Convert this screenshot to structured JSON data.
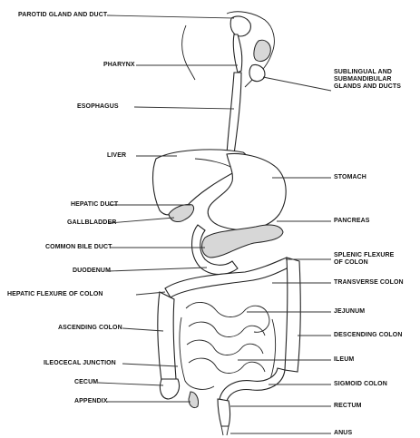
{
  "labels": {
    "parotid": "PAROTID GLAND AND DUCT",
    "pharynx": "PHARYNX",
    "sublingual": "SUBLINGUAL AND\nSUBMANDIBULAR\nGLANDS AND DUCTS",
    "esophagus": "ESOPHAGUS",
    "liver": "LIVER",
    "stomach": "STOMACH",
    "hepatic_duct": "HEPATIC DUCT",
    "gallbladder": "GALLBLADDER",
    "pancreas": "PANCREAS",
    "common_bile_duct": "COMMON BILE DUCT",
    "splenic_flexure": "SPLENIC FLEXURE\nOF COLON",
    "duodenum": "DUODENUM",
    "transverse_colon": "TRANSVERSE COLON",
    "hepatic_flexure": "HEPATIC FLEXURE OF COLON",
    "jejunum": "JEJUNUM",
    "ascending_colon": "ASCENDING COLON",
    "descending_colon": "DESCENDING COLON",
    "ileocecal": "ILEOCECAL JUNCTION",
    "ileum": "ILEUM",
    "cecum": "CECUM",
    "sigmoid": "SIGMOID COLON",
    "appendix": "APPENDIX",
    "rectum": "RECTUM",
    "anus": "ANUS"
  }
}
